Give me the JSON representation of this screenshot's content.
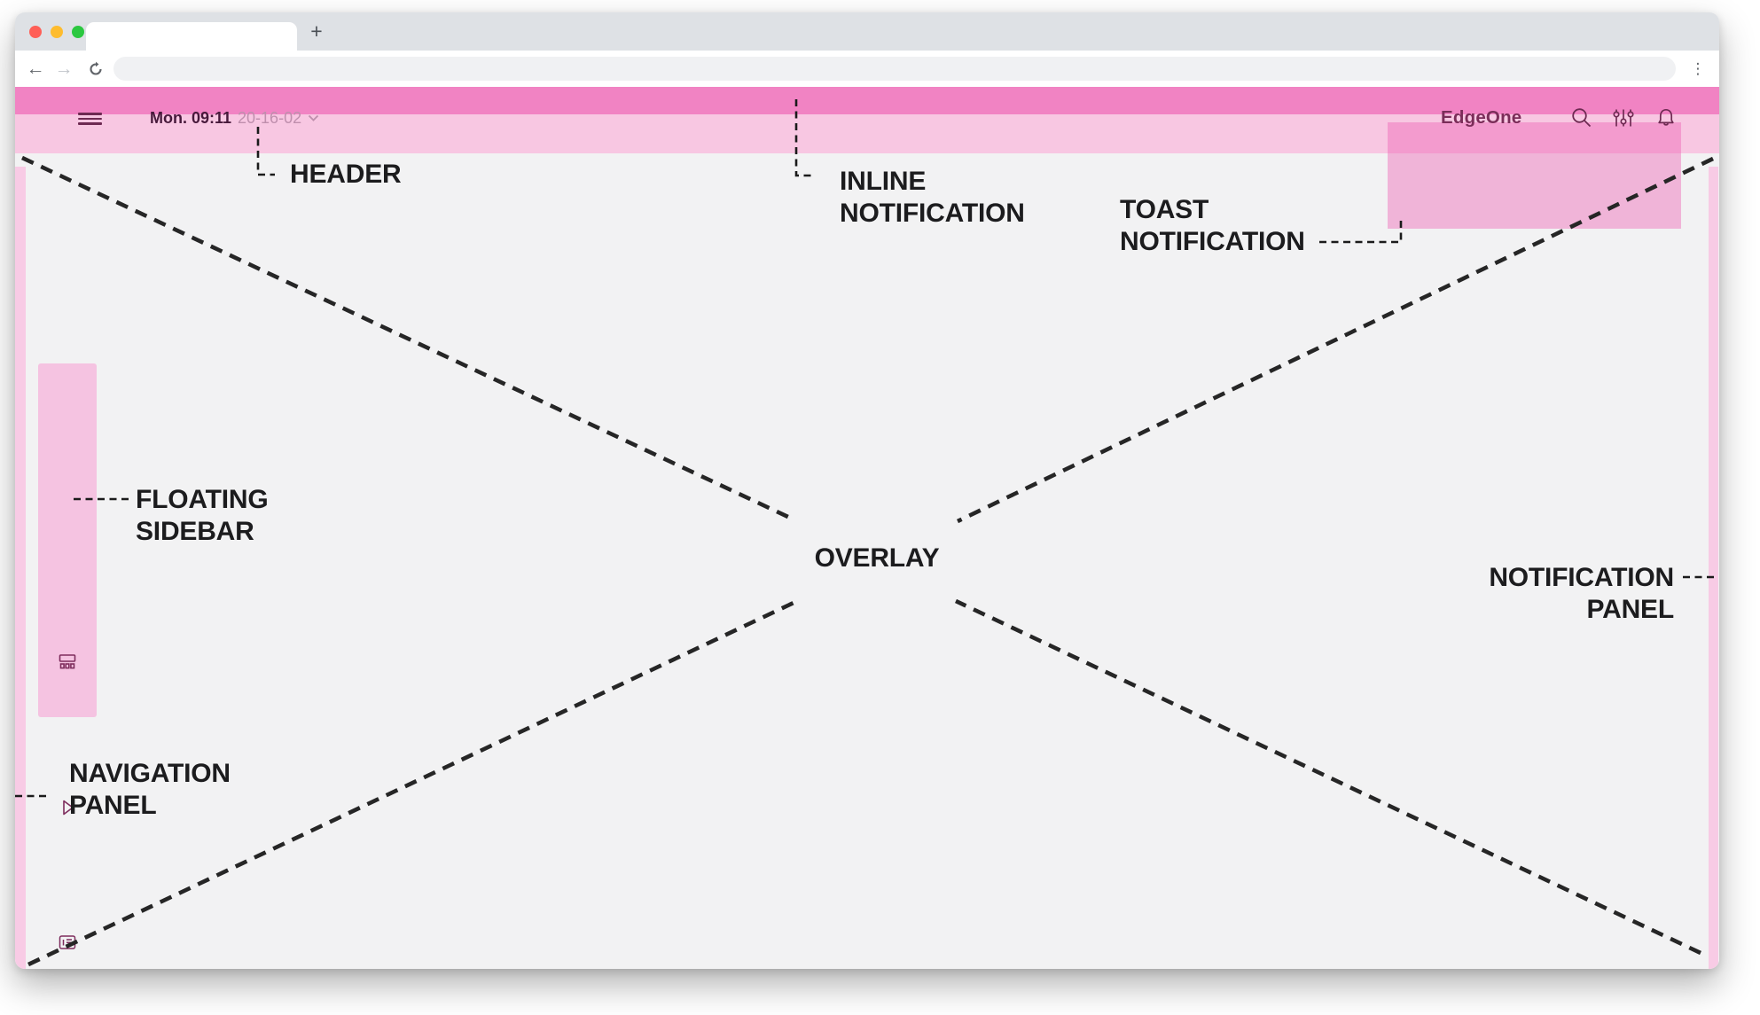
{
  "colors": {
    "header_band_strong": "#f183c3",
    "header_band_soft": "#f8c7e2",
    "toast_region_fill": "rgba(237,97,181,0.43)",
    "sidebar_fill": "#f5c3e1",
    "panel_strip_fill": "#f8cbe5",
    "brand_maroon": "#7b2d59",
    "icon_maroon": "#6e2a52",
    "annotation_ink": "#1c1c1e",
    "page_background": "#f2f2f3"
  },
  "browser_chrome": {
    "traffic_lights": [
      "#ff5f57",
      "#febc2e",
      "#2bc840"
    ],
    "new_tab_glyph": "+",
    "back_glyph": "←",
    "forward_glyph": "→",
    "menu_glyph": "⋮",
    "url_value": "",
    "icons": [
      "back-arrow",
      "forward-arrow",
      "reload",
      "kebab-menu",
      "new-tab-plus"
    ]
  },
  "app_header": {
    "menu_icon": "hamburger",
    "time_label": "Mon. 09:11",
    "date_label": "20-16-02",
    "date_chevron_icon": "chevron-down",
    "brand": "EdgeOne",
    "action_icons": [
      "search",
      "filter-sliders",
      "notification-bell"
    ]
  },
  "floating_sidebar": {
    "icons": [
      "dashboard-tiles",
      "play-triangle",
      "news-article"
    ]
  },
  "annotations": {
    "header": {
      "label": "HEADER"
    },
    "inline_notification": {
      "label": "INLINE\nNOTIFICATION"
    },
    "toast_notification": {
      "label": "TOAST\nNOTIFICATION"
    },
    "floating_sidebar": {
      "label": "FLOATING\nSIDEBAR"
    },
    "overlay": {
      "label": "OVERLAY"
    },
    "notification_panel": {
      "label": "NOTIFICATION\nPANEL"
    },
    "navigation_panel": {
      "label": "NAVIGATION\nPANEL"
    }
  }
}
